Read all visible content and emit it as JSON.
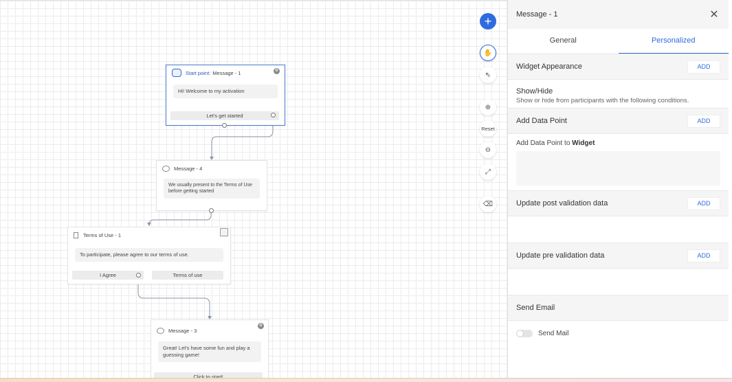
{
  "canvas": {
    "nodes": {
      "start": {
        "start_label": "Start point:",
        "title": "Message - 1",
        "body": "Hi! Welcome to my activation",
        "button": "Let's get started"
      },
      "message4": {
        "title": "Message - 4",
        "body": "We usually present to the Terms of Use before getting started"
      },
      "terms": {
        "title": "Terms of Use - 1",
        "body": "To participate, please agree to our terms of use.",
        "button_agree": "I Agree",
        "button_terms": "Terms of use"
      },
      "message3": {
        "title": "Message - 3",
        "body": "Great! Let's have some fun and play a guessing game!",
        "button": "Click to start!"
      }
    }
  },
  "toolbar": {
    "add_icon": "plus-icon",
    "add_glyph": "+",
    "hand_icon": "hand-icon",
    "hand_glyph": "✋",
    "pointer_icon": "pointer-icon",
    "pointer_glyph": "⇖",
    "zoom_in_icon": "zoom-in-icon",
    "zoom_in_glyph": "⊕",
    "reset_label": "Reset",
    "zoom_out_icon": "zoom-out-icon",
    "zoom_out_glyph": "⊖",
    "fit_icon": "fit-screen-icon",
    "fit_glyph": "⤢",
    "eraser_icon": "eraser-icon",
    "eraser_glyph": "⌫"
  },
  "panel": {
    "title": "Message - 1",
    "close_glyph": "✕",
    "tabs": [
      {
        "label": "General",
        "active": false
      },
      {
        "label": "Personalized",
        "active": true
      }
    ],
    "widget_appearance": {
      "title": "Widget Appearance",
      "add": "ADD"
    },
    "show_hide": {
      "title": "Show/Hide",
      "description": "Show or hide from participants with the following conditions."
    },
    "add_data_point": {
      "title": "Add Data Point",
      "add": "ADD",
      "sub_prefix": "Add Data Point to ",
      "sub_bold": "Widget"
    },
    "update_post": {
      "title": "Update post validation data",
      "add": "ADD"
    },
    "update_pre": {
      "title": "Update pre validation data",
      "add": "ADD"
    },
    "send_email": {
      "title": "Send Email",
      "toggle_label": "Send Mail",
      "enabled": false
    }
  },
  "colors": {
    "accent": "#2f6bde",
    "start_label": "#2f57c2"
  }
}
